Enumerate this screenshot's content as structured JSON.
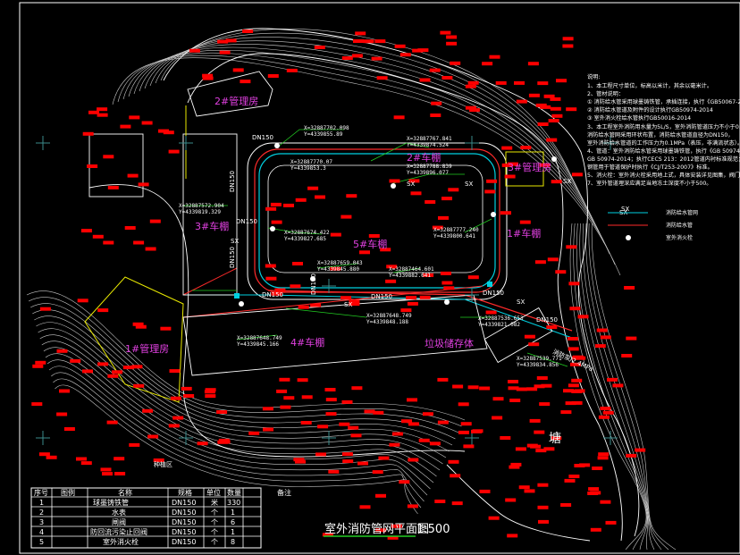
{
  "colors": {
    "background": "#000000",
    "contour": "#c8c8c8",
    "road": "#ffffff",
    "fire_pipe": "#ff2a2a",
    "water_pipe": "#00d0e0",
    "leader": "#22cc22",
    "building_label": "#e040e0",
    "boundary": "#e8e800",
    "tag": "#ff0000"
  },
  "buildings": [
    {
      "label": "2#管理房"
    },
    {
      "label": "2#车棚"
    },
    {
      "label": "3#车棚"
    },
    {
      "label": "5#车棚"
    },
    {
      "label": "1#车棚"
    },
    {
      "label": "3#管理房"
    },
    {
      "label": "1#管理房"
    },
    {
      "label": "4#车棚"
    },
    {
      "label": "垃圾储存体"
    }
  ],
  "pipe_labels": [
    "DN150",
    "DN150",
    "DN150",
    "DN150",
    "DN150",
    "DN150",
    "DN150",
    "DN150",
    "DN150"
  ],
  "sx_labels": [
    "SX",
    "SX",
    "SX",
    "SX",
    "SX",
    "SX",
    "SX"
  ],
  "coordinates": [
    {
      "x": "X=32887702.098",
      "y": "Y=4339855.89"
    },
    {
      "x": "X=32887767.841",
      "y": "Y=4339874.524"
    },
    {
      "x": "X=32887770.07",
      "y": "Y=4339853.3"
    },
    {
      "x": "X=32887788.839",
      "y": "Y=4339896.077"
    },
    {
      "x": "X=32887572.904",
      "y": "Y=4339819.329"
    },
    {
      "x": "X=32887674.422",
      "y": "Y=4339827.685"
    },
    {
      "x": "X=32887777.240",
      "y": "Y=4339800.641"
    },
    {
      "x": "X=32887659.043",
      "y": "Y=4339845.880"
    },
    {
      "x": "X=32887464.601",
      "y": "Y=4339882.641"
    },
    {
      "x": "X=32887648.749",
      "y": "Y=4339848.188"
    },
    {
      "x": "X=32887648.749",
      "y": "Y=4339845.166"
    },
    {
      "x": "X=32887536.653",
      "y": "Y=4339821.082"
    },
    {
      "x": "X=32887539.771",
      "y": "Y=4339834.856"
    }
  ],
  "pump_label": "消防泵/2.4MPa",
  "pond_label": "塘",
  "plant_label": "种植区",
  "notes": [
    "说明:",
    "1、本工程尺寸单位，标高以米计，其余以毫米计。",
    "2、管材说明：",
    "① 消防给水管采用球墨铸铁管，承插连接，执行《GB50067-2014》",
    "② 消防给水管道及附件的设计执行GB50974-2014",
    "③ 室外消火栓给水管执行GB50016-2014",
    "3、本工程室外消防用水量为5L/S，室外消防管道压力不小于0.4MPa，室外",
    "消防给水管网采用环状布置，消防给水管道直径为DN150，",
    "室外消防给水管道的工作压力为0.1MPa（表压，非满流状态）。",
    "4、管道：室外消防给水管采用球墨铸铁管，执行《GB 50974-2014》规范，",
    "GB 50974-2014；执行CECS 213：2012管道内衬标准规范；",
    "钢管用于管道保护时执行《CJ/T253-2007》标准。",
    "5、消火栓：室外消火栓采用地上式，具体安装详见图集，阀门井安装。",
    "7、室外管道埋深应满足当地冻土深度不小于500。"
  ],
  "legend": [
    {
      "symbol": "SX",
      "desc": "消防给水管网"
    },
    {
      "symbol": "",
      "desc": "消防给水管"
    },
    {
      "symbol": "",
      "desc": "室外消火栓"
    }
  ],
  "table": {
    "headers": [
      "序号",
      "图例",
      "名称",
      "规格",
      "单位",
      "数量",
      "备注"
    ],
    "rows": [
      {
        "no": "1",
        "legend": "",
        "name": "球墨铸铁管",
        "spec": "DN150",
        "unit": "米",
        "qty": "330"
      },
      {
        "no": "2",
        "legend": "",
        "name": "水表",
        "spec": "DN150",
        "unit": "个",
        "qty": "1"
      },
      {
        "no": "3",
        "legend": "",
        "name": "闸阀",
        "spec": "DN150",
        "unit": "个",
        "qty": "6"
      },
      {
        "no": "4",
        "legend": "",
        "name": "防回流污染止回阀",
        "spec": "DN150",
        "unit": "个",
        "qty": "1"
      },
      {
        "no": "5",
        "legend": "",
        "name": "室外消火栓",
        "spec": "DN150",
        "unit": "个",
        "qty": "8"
      }
    ]
  },
  "drawing_title": "室外消防管网平面图",
  "scale": "1:500"
}
